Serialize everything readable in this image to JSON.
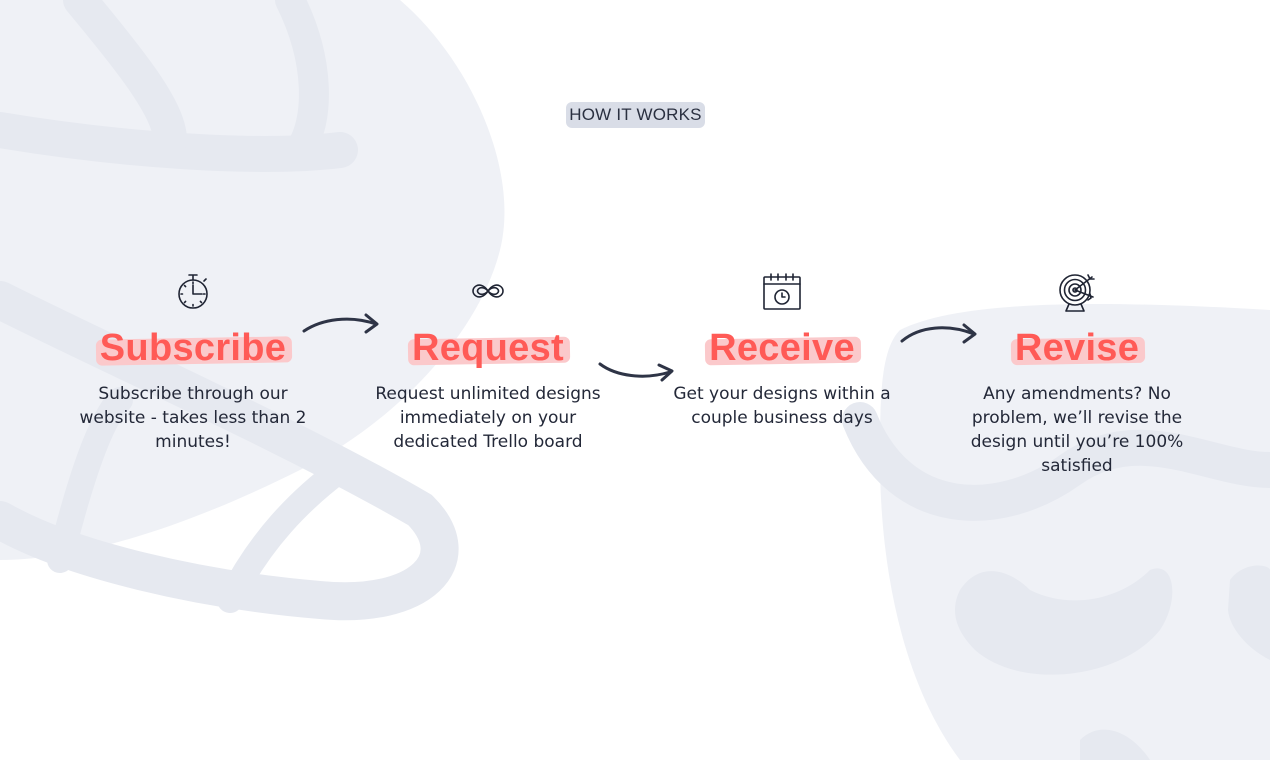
{
  "section": {
    "eyebrow": "HOW IT WORKS",
    "steps": [
      {
        "icon": "stopwatch-icon",
        "title": "Subscribe",
        "description": "Subscribe through our website - takes less than 2 minutes!"
      },
      {
        "icon": "infinity-icon",
        "title": "Request",
        "description": "Request unlimited designs immediately on your dedicated Trello board"
      },
      {
        "icon": "calendar-clock-icon",
        "title": "Receive",
        "description": "Get your designs within a couple business days"
      },
      {
        "icon": "target-icon",
        "title": "Revise",
        "description": "Any amendments? No problem, we’ll revise the design until you’re 100% satisfied"
      }
    ]
  },
  "colors": {
    "accent": "#ff5a56",
    "highlight": "#fbc9cb",
    "ink": "#232838",
    "eyebrow_bg": "#d9dde7",
    "background_shape": "#eff1f6"
  }
}
